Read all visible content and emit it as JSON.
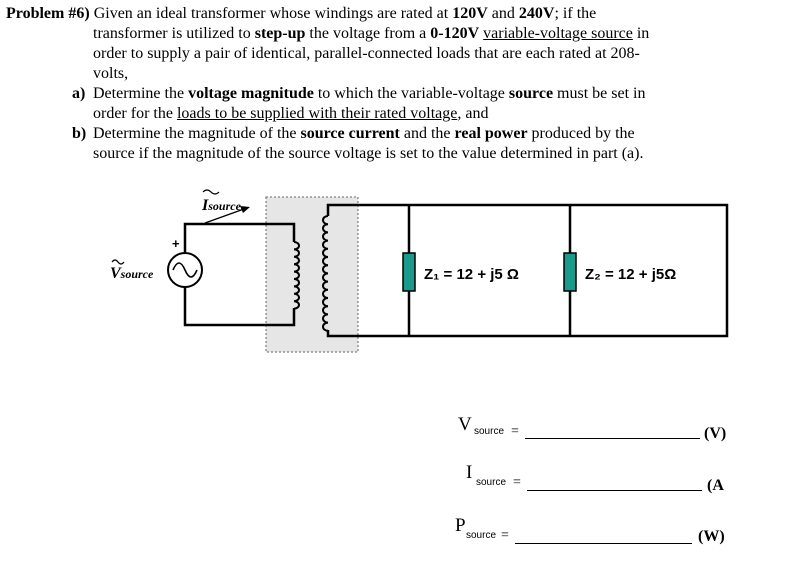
{
  "problem": {
    "number_label": "Problem #6)",
    "intro_part1": " Given an ideal transformer whose windings are rated at ",
    "v1": "120V",
    "intro_and": " and ",
    "v2": "240V",
    "intro_part2": "; if the",
    "line2_pre": "transformer is utilized to ",
    "stepup": "step-up",
    "line2_mid": " the voltage from a ",
    "range": "0-120V",
    "line2_space": " ",
    "varsource": "variable-voltage source",
    "line2_post": " in",
    "line3": "order to supply a pair of identical, parallel-connected loads that are each rated at 208-",
    "line4": "volts,",
    "a_label": "a)",
    "a_pre": "Determine the ",
    "a_bold1": "voltage magnitude",
    "a_mid": " to which the variable-voltage ",
    "a_bold2": "source",
    "a_post": " must be set in",
    "a2_pre": "order for the ",
    "a2_u": "loads to be supplied with their rated voltage",
    "a2_post": ", and",
    "b_label": "b)",
    "b_pre": "Determine the magnitude of the ",
    "b_bold1": "source current",
    "b_mid": " and the ",
    "b_bold2": "real power",
    "b_post": " produced by the",
    "b2": "source if the magnitude of the source voltage is set to the value determined in part (a)."
  },
  "circuit": {
    "i_source_label": "I",
    "i_source_sub": "source",
    "v_source_label": "V",
    "v_source_sub": "source",
    "plus_sign": "+",
    "z1_label": "Z₁ = 12 + j5 Ω",
    "z2_label": "Z₂ = 12 + j5Ω",
    "load_color": "#1a9a8c"
  },
  "answers": {
    "v_letter": "V",
    "v_sub": "source",
    "eq": "=",
    "v_unit": "(V)",
    "i_letter": "I",
    "i_sub": "source",
    "i_unit": "(A",
    "p_letter": "P",
    "p_sub": "source",
    "p_unit": "(W)"
  }
}
